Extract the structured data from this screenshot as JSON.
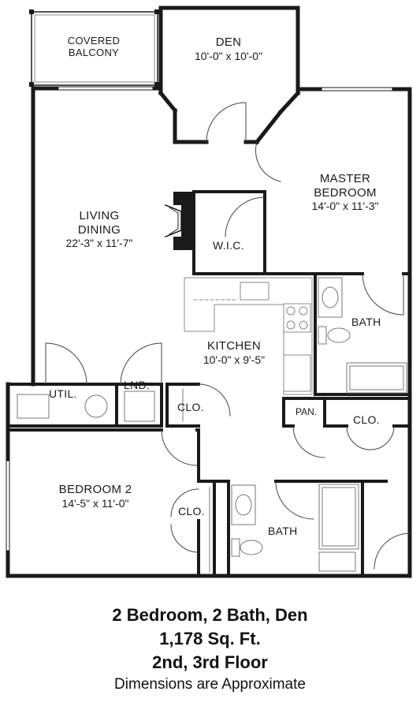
{
  "rooms": {
    "covered_balcony": {
      "name_line1": "COVERED",
      "name_line2": "BALCONY"
    },
    "den": {
      "name": "DEN",
      "dim": "10'-0\" x 10'-0\""
    },
    "master_bedroom": {
      "name_line1": "MASTER",
      "name_line2": "BEDROOM",
      "dim": "14'-0\" x 11'-3\""
    },
    "living_dining": {
      "name_line1": "LIVING",
      "name_line2": "DINING",
      "dim": "22'-3\" x 11'-7\""
    },
    "wic": {
      "name": "W.I.C."
    },
    "master_bath": {
      "name": "BATH"
    },
    "kitchen": {
      "name": "KITCHEN",
      "dim": "10'-0\" x 9'-5\""
    },
    "util": {
      "name": "UTIL."
    },
    "lnd": {
      "name": "LND."
    },
    "clo_center": {
      "name": "CLO."
    },
    "pan": {
      "name": "PAN."
    },
    "clo_right": {
      "name": "CLO."
    },
    "bedroom2": {
      "name": "BEDROOM 2",
      "dim": "14'-5\" x 11'-0\""
    },
    "clo_bed2": {
      "name": "CLO."
    },
    "bath2": {
      "name": "BATH"
    }
  },
  "footer": {
    "unit_type": "2 Bedroom, 2 Bath, Den",
    "area": "1,178 Sq. Ft.",
    "floors": "2nd, 3rd Floor",
    "note": "Dimensions are Approximate"
  },
  "colors": {
    "wall": "#1a1a1a",
    "fixture": "#777777",
    "background": "#ffffff"
  }
}
